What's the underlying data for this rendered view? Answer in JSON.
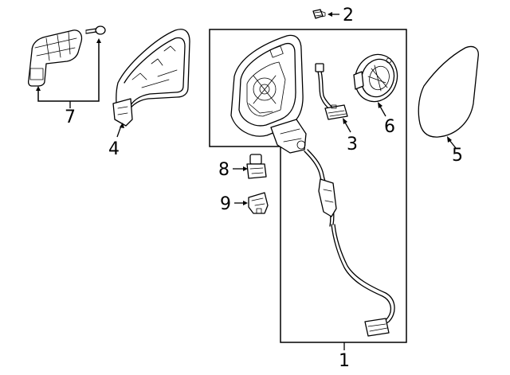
{
  "diagram": {
    "type": "exploded-parts-diagram",
    "callouts": [
      {
        "id": "1",
        "label": "1"
      },
      {
        "id": "2",
        "label": "2"
      },
      {
        "id": "3",
        "label": "3"
      },
      {
        "id": "4",
        "label": "4"
      },
      {
        "id": "5",
        "label": "5"
      },
      {
        "id": "6",
        "label": "6"
      },
      {
        "id": "7",
        "label": "7"
      },
      {
        "id": "8",
        "label": "8"
      },
      {
        "id": "9",
        "label": "9"
      }
    ],
    "parts": [
      {
        "callout": "1",
        "icon": "mirror-assembly-with-harness"
      },
      {
        "callout": "2",
        "icon": "screw-icon"
      },
      {
        "callout": "3",
        "icon": "wiring-connector-icon"
      },
      {
        "callout": "4",
        "icon": "mirror-housing-cover-icon"
      },
      {
        "callout": "5",
        "icon": "mirror-glass-icon"
      },
      {
        "callout": "6",
        "icon": "motor-actuator-icon"
      },
      {
        "callout": "7",
        "icon": "turn-signal-lamp-and-pin-icon"
      },
      {
        "callout": "8",
        "icon": "bulb-socket-icon"
      },
      {
        "callout": "9",
        "icon": "clip-connector-icon"
      }
    ]
  }
}
